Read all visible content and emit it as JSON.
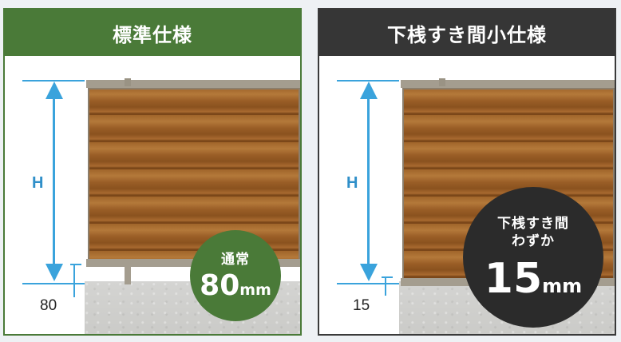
{
  "standard": {
    "title": "標準仕様",
    "height_label": "H",
    "gap_label": "80",
    "badge_caption": "通常",
    "badge_value": "80",
    "badge_unit": "mm"
  },
  "narrow": {
    "title": "下桟すき間小仕様",
    "height_label": "H",
    "gap_label": "15",
    "badge_caption_line1": "下桟すき間",
    "badge_caption_line2": "わずか",
    "badge_value": "15",
    "badge_unit": "mm"
  },
  "colors": {
    "standard_accent": "#4a7a38",
    "narrow_accent": "#363636",
    "dimension_blue": "#3aa3dc",
    "wood": "#a0652a"
  }
}
